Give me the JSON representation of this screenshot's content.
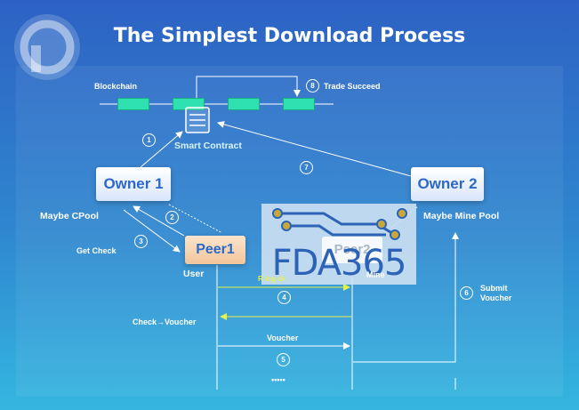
{
  "title": "The Simplest Download Process",
  "labels": {
    "blockchain": "Blockchain",
    "trade_succeed": "Trade Succeed",
    "smart_contract": "Smart Contract",
    "owner1": "Owner 1",
    "owner2": "Owner 2",
    "maybe_cpool": "Maybe CPool",
    "maybe_mine_pool": "Maybe Mine Pool",
    "get_check": "Get Check",
    "peer1": "Peer1",
    "peer2": "Peer2",
    "user": "User",
    "mine": "Mine",
    "check_voucher": "Check→Voucher",
    "voucher": "Voucher",
    "submit_voucher": "Submit Voucher",
    "dots": "•••••",
    "rece_partial": "R  ing  ck"
  },
  "steps": [
    "1",
    "2",
    "3",
    "4",
    "5",
    "6",
    "7",
    "8"
  ],
  "watermark": "FDA365",
  "colors": {
    "block": "#2fe0b0",
    "accent_yellow": "#e6f24a",
    "node_text": "#2c68c9"
  }
}
